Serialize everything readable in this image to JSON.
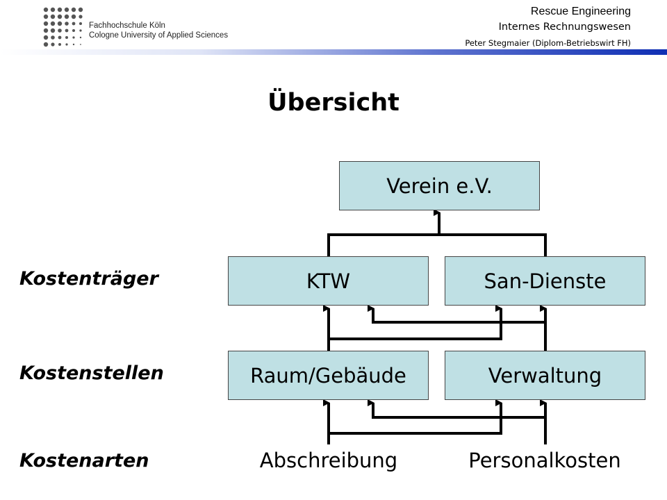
{
  "header": {
    "institution_line1": "Fachhochschule Köln",
    "institution_line2": "Cologne University of Applied Sciences",
    "course": "Rescue Engineering",
    "subject": "Internes Rechnungswesen",
    "author": "Peter Stegmaier (Diplom-Betriebswirt FH)",
    "bar_gradient": [
      "#ffffff",
      "#0f2fb4"
    ]
  },
  "title": "Übersicht",
  "levels": {
    "kostentraeger": "Kostenträger",
    "kostenstellen": "Kostenstellen",
    "kostenarten": "Kostenarten"
  },
  "nodes": {
    "verein": "Verein e.V.",
    "ktw": "KTW",
    "san": "San-Dienste",
    "raum": "Raum/Gebäude",
    "verwaltung": "Verwaltung",
    "abschreibung": "Abschreibung",
    "personal": "Personalkosten"
  },
  "colors": {
    "box_fill": "#bfe0e4",
    "line": "#000000"
  }
}
